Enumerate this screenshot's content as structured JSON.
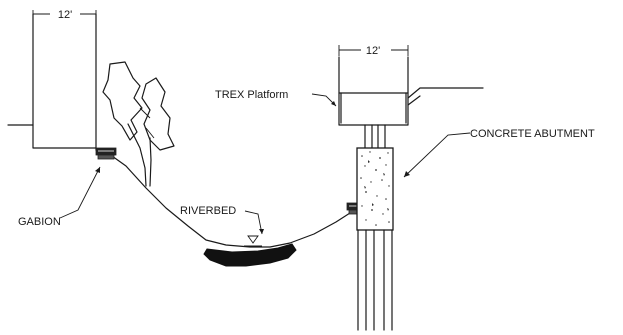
{
  "diagram": {
    "left_structure": {
      "width_label": "12'"
    },
    "platform": {
      "width_label": "12'"
    },
    "labels": {
      "trex_platform": "TREX Platform",
      "concrete_abutment": "CONCRETE ABUTMENT",
      "gabion": "GABION",
      "riverbed": "RIVERBED"
    },
    "icons": [
      "water-level-symbol",
      "gabion-basket-icon",
      "tree-icon"
    ]
  }
}
